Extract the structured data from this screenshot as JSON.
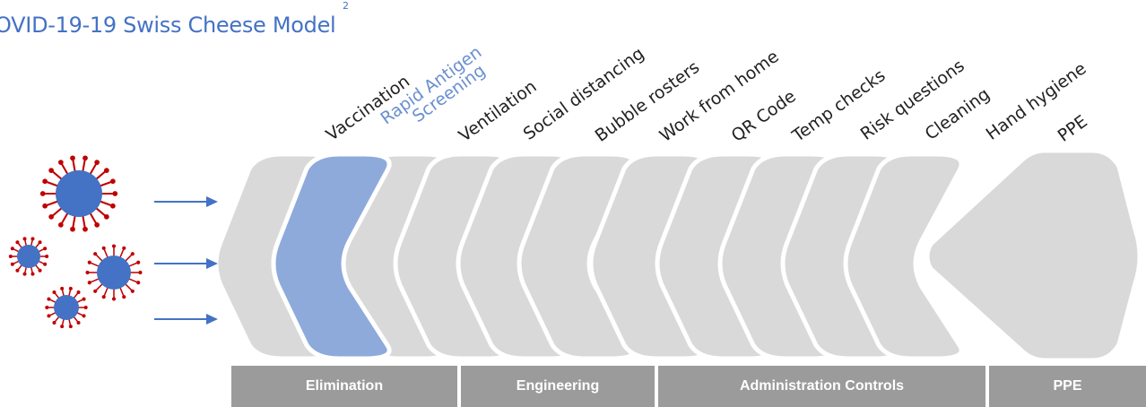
{
  "title": "OVID-19-19 Swiss Cheese Model",
  "title_superscript": "2",
  "layers": [
    {
      "label": "Vaccination",
      "highlight": false
    },
    {
      "label": "Rapid Antigen",
      "label2": "Screening",
      "highlight": true
    },
    {
      "label": "Ventilation",
      "highlight": false
    },
    {
      "label": "Social distancing",
      "highlight": false
    },
    {
      "label": "Bubble rosters",
      "highlight": false
    },
    {
      "label": "Work from home",
      "highlight": false
    },
    {
      "label": "QR Code",
      "highlight": false
    },
    {
      "label": "Temp checks",
      "highlight": false
    },
    {
      "label": "Risk questions",
      "highlight": false
    },
    {
      "label": "Cleaning",
      "highlight": false
    },
    {
      "label": "Hand hygiene",
      "highlight": false
    },
    {
      "label": "PPE",
      "highlight": false
    }
  ],
  "categories": [
    {
      "label": "Elimination"
    },
    {
      "label": "Engineering"
    },
    {
      "label": "Administration Controls"
    },
    {
      "label": "PPE"
    }
  ],
  "colors": {
    "layer_fill": "#d9d9d9",
    "highlight_fill": "#8eaadb",
    "virus_body": "#4472c4",
    "virus_spike": "#c00000",
    "arrow": "#4472c4",
    "category_bar": "#9b9b9b",
    "title": "#4472c4"
  },
  "icons": [
    "virus-icon",
    "arrow-right-icon"
  ]
}
